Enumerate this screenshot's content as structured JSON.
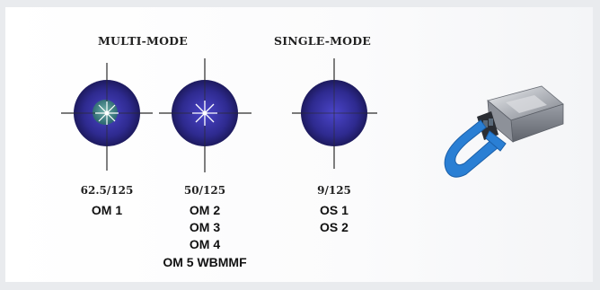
{
  "headings": {
    "multi_mode": "MULTI-MODE",
    "single_mode": "SINGLE-MODE"
  },
  "fibers": [
    {
      "size": "62.5/125",
      "grades": [
        "OM 1"
      ]
    },
    {
      "size": "50/125",
      "grades": [
        "OM 2",
        "OM 3",
        "OM 4",
        "OM 5 WBMMF"
      ]
    },
    {
      "size": "9/125",
      "grades": [
        "OS 1",
        "OS 2"
      ]
    }
  ],
  "colors": {
    "cladding": "#2e2a8f",
    "core_multimode": "#3f7d84",
    "transceiver_latch": "#2a7fd4",
    "transceiver_body": "#b9bcc2"
  },
  "icons": [
    "fiber-cross-section-icon",
    "transceiver-icon"
  ]
}
